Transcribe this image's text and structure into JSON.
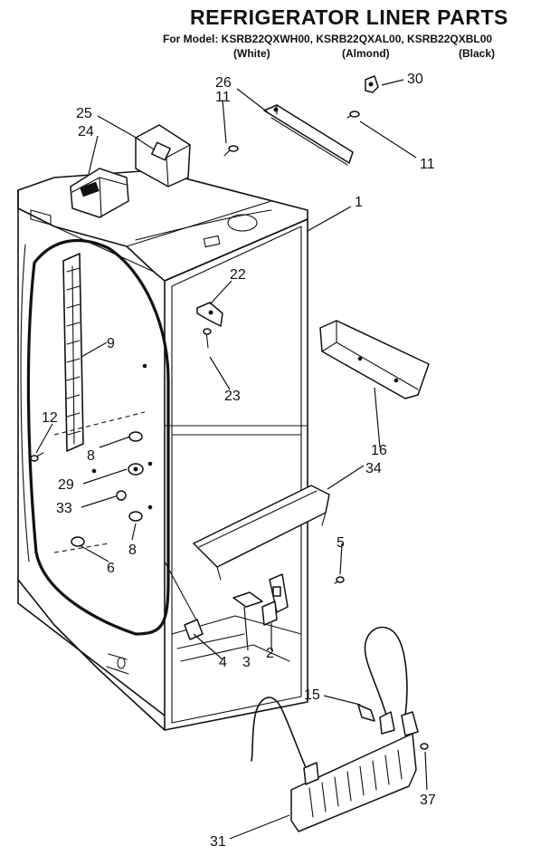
{
  "header": {
    "title": "REFRIGERATOR LINER PARTS",
    "model_line": "For Model: KSRB22QXWH00, KSRB22QXAL00, KSRB22QXBL00",
    "variants": [
      "(White)",
      "(Almond)",
      "(Black)"
    ]
  },
  "callouts": {
    "c1": "1",
    "c2": "2",
    "c3": "3",
    "c4": "4",
    "c5": "5",
    "c6": "6",
    "c8a": "8",
    "c8b": "8",
    "c9": "9",
    "c11a": "11",
    "c11b": "11",
    "c12": "12",
    "c15": "15",
    "c16": "16",
    "c22": "22",
    "c23": "23",
    "c24": "24",
    "c25": "25",
    "c26": "26",
    "c29": "29",
    "c30": "30",
    "c31": "31",
    "c33": "33",
    "c34": "34",
    "c37": "37"
  }
}
